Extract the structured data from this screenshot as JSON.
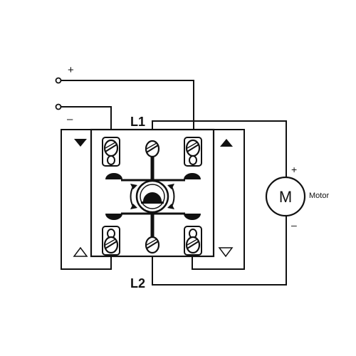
{
  "diagram": {
    "supply": {
      "positive": "+",
      "negative": "–"
    },
    "lines": {
      "top": "L1",
      "bottom": "L2"
    },
    "motor": {
      "symbol": "M",
      "label": "Motor",
      "positive": "+",
      "negative": "–"
    },
    "icons": [
      "screw-terminal-icon",
      "rotary-knob-icon",
      "arrow-up-icon",
      "arrow-down-icon"
    ]
  }
}
